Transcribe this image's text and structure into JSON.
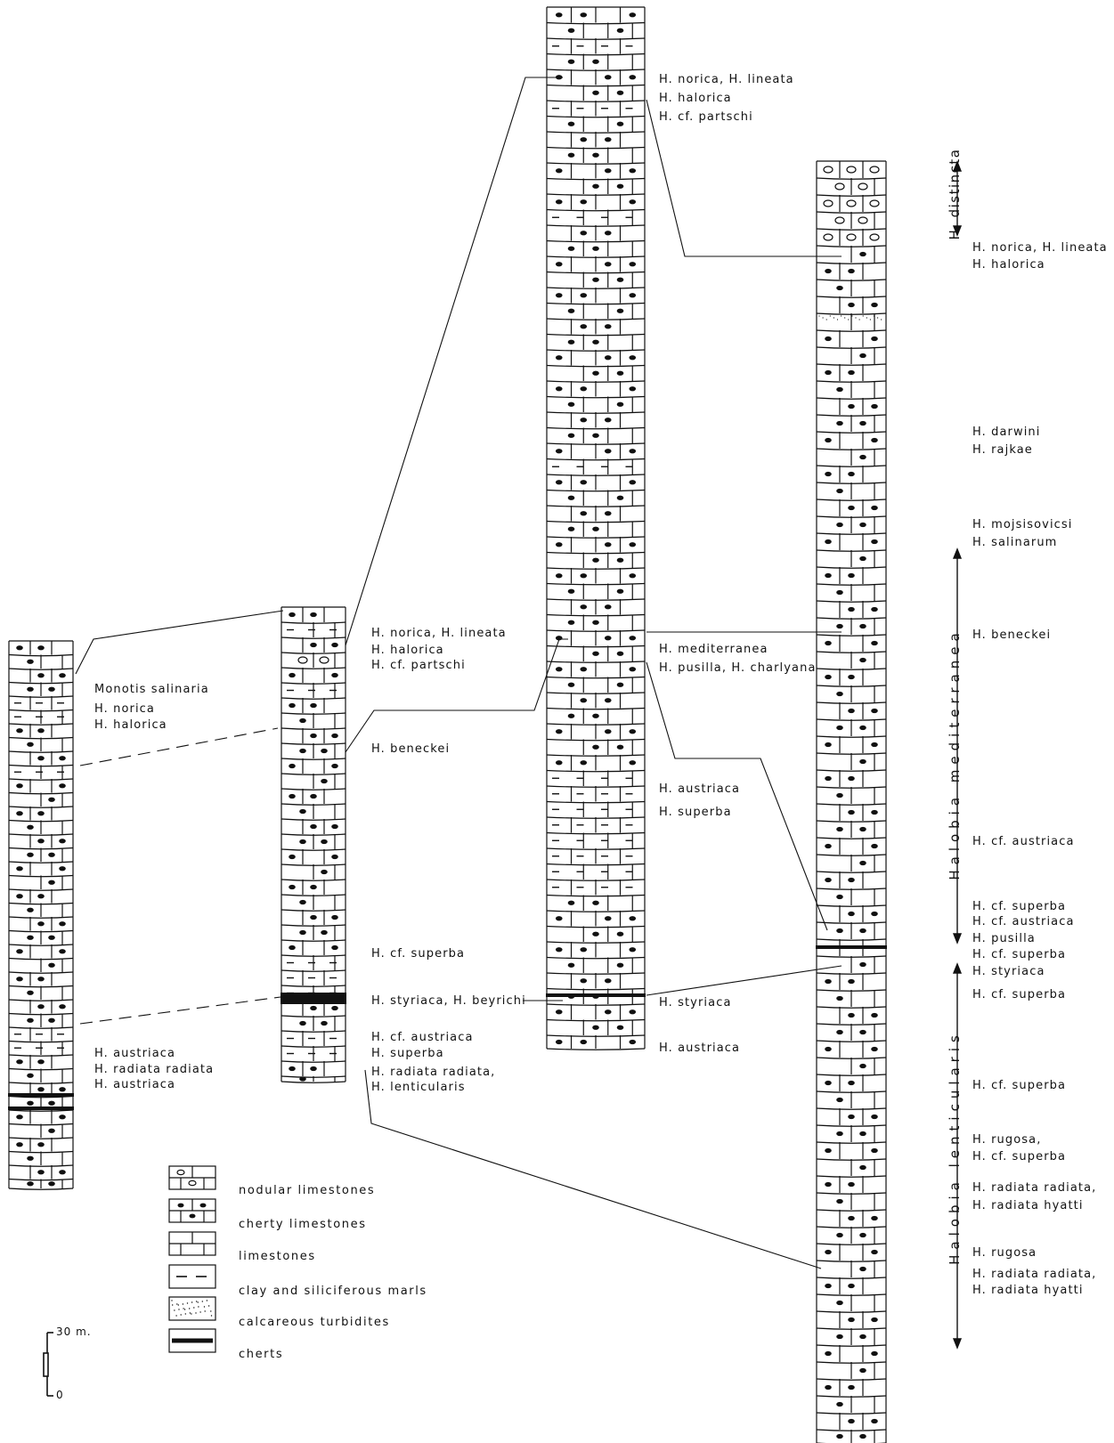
{
  "columns": {
    "col1": {
      "labels": [
        "Monotis salinaria",
        "H. norica",
        "H. halorica",
        "H. austriaca",
        "H. radiata radiata",
        "H. austriaca"
      ]
    },
    "col2": {
      "labels": [
        "H. norica, H. lineata",
        "H. halorica",
        "H. cf. partschi",
        "H. beneckei",
        "H. cf. superba",
        "H. styriaca, H. beyrichi",
        "H. cf. austriaca",
        "H. superba",
        "H. radiata radiata,",
        "H. lenticularis"
      ]
    },
    "col3": {
      "labels": [
        "H. norica, H. lineata",
        "H. halorica",
        "H. cf. partschi",
        "H. mediterranea",
        "H. pusilla, H. charlyana",
        "H. austriaca",
        "H. superba",
        "H. styriaca",
        "H. austriaca"
      ]
    },
    "col4": {
      "labels": [
        "H. norica, H. lineata",
        "H. halorica",
        "H. darwini",
        "H. rajkae",
        "H. mojsisovicsi",
        "H. salinarum",
        "H. beneckei",
        "H. cf. austriaca",
        "H. cf. superba",
        "H. cf. austriaca",
        "H. pusilla",
        "H. cf. superba",
        "H. styriaca",
        "H. cf. superba",
        "H. cf. superba",
        "H. rugosa,",
        "H. cf. superba",
        "H. radiata radiata,",
        "H. radiata hyatti",
        "H. rugosa",
        "H. radiata radiata,",
        "H. radiata hyatti"
      ]
    }
  },
  "zones": {
    "distincta": "H. distincta",
    "mediterranea": "Halobia  mediterranea",
    "lenticularis": "Halobia  lenticularis"
  },
  "legend": [
    {
      "pattern": "nodular",
      "label": "nodular limestones"
    },
    {
      "pattern": "cherty",
      "label": "cherty limestones"
    },
    {
      "pattern": "limestone",
      "label": "limestones"
    },
    {
      "pattern": "clay",
      "label": "clay and siliciferous marls"
    },
    {
      "pattern": "turbidite",
      "label": "calcareous turbidites"
    },
    {
      "pattern": "chert",
      "label": "cherts"
    }
  ],
  "scale": {
    "top": "30 m.",
    "bottom": "0"
  }
}
